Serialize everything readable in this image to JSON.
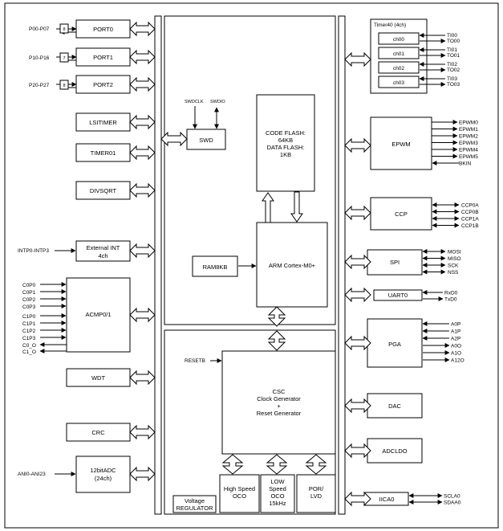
{
  "ports": {
    "port0": {
      "label": "PORT0",
      "pins": "P00-P07",
      "width": "8"
    },
    "port1": {
      "label": "PORT1",
      "pins": "P10-P16",
      "width": "7"
    },
    "port2": {
      "label": "PORT2",
      "pins": "P20-P27",
      "width": "8"
    }
  },
  "blocks": {
    "lsitimer": "LSITIMER",
    "timer01": "TIMER01",
    "divsqrt": "DIVSQRT",
    "extint_line1": "External INT",
    "extint_line2": "4ch",
    "extint_pins": "INTP0-INTP3",
    "acmp": "ACMP0/1",
    "wdt": "WDT",
    "crc": "CRC",
    "adc_line1": "12bitADC",
    "adc_line2": "(24ch)",
    "adc_pins": "ANI0-ANI23",
    "swd": "SWD",
    "swdclk": "SWDCLK",
    "swdio": "SWDIO",
    "flash_line1": "CODE FLASH:",
    "flash_line2": "64KB",
    "flash_line3": "DATA FLASH:",
    "flash_line4": "1KB",
    "ram": "RAM8KB",
    "cpu": "ARM Cortex-M0+",
    "resetb": "RESETB",
    "csc_line1": "CSC",
    "csc_line2": "Clock Generator",
    "csc_line3": "+",
    "csc_line4": "Reset Generator",
    "hoco_line1": "High Speed",
    "hoco_line2": "OCO",
    "loco_line1": "LOW",
    "loco_line2": "Speed",
    "loco_line3": "OCO",
    "loco_line4": "15kHz",
    "por_line1": "POR/",
    "por_line2": "LVD",
    "vreg_line1": "Voltage",
    "vreg_line2": "REGULATOR",
    "timer40": "Timer40 (4ch)",
    "epwm": "EPWM",
    "ccp": "CCP",
    "spi": "SPI",
    "uart0": "UART0",
    "pga": "PGA",
    "dac": "DAC",
    "adcldo": "ADCLDO",
    "iica0": "IICA0"
  },
  "acmp_pins": [
    "C0P0",
    "C0P1",
    "C0P2",
    "C0P3",
    "C1P0",
    "C1P1",
    "C1P2",
    "C1P3",
    "C0_O",
    "C1_O"
  ],
  "timer40_channels": [
    {
      "name": "ch00",
      "in": "TI00",
      "out": "TO00"
    },
    {
      "name": "ch01",
      "in": "TI01",
      "out": "TO01"
    },
    {
      "name": "ch02",
      "in": "TI02",
      "out": "TO02"
    },
    {
      "name": "ch03",
      "in": "TI03",
      "out": "TO03"
    }
  ],
  "epwm_pins": [
    "EPWM0",
    "EPWM1",
    "EPWM2",
    "EPWM3",
    "EPWM4",
    "EPWM5",
    "BKIN"
  ],
  "ccp_pins": [
    "CCP0A",
    "CCP0B",
    "CCP1A",
    "CCP1B"
  ],
  "spi_pins": [
    "MOSI",
    "MISO",
    "SCK",
    "NSS"
  ],
  "uart_pins": [
    "RxD0",
    "TxD0"
  ],
  "pga_pins": [
    "A0P",
    "A1P",
    "A2P",
    "A0O",
    "A1O",
    "A12O"
  ],
  "iic_pins": [
    "SCLA0",
    "SDAA0"
  ]
}
